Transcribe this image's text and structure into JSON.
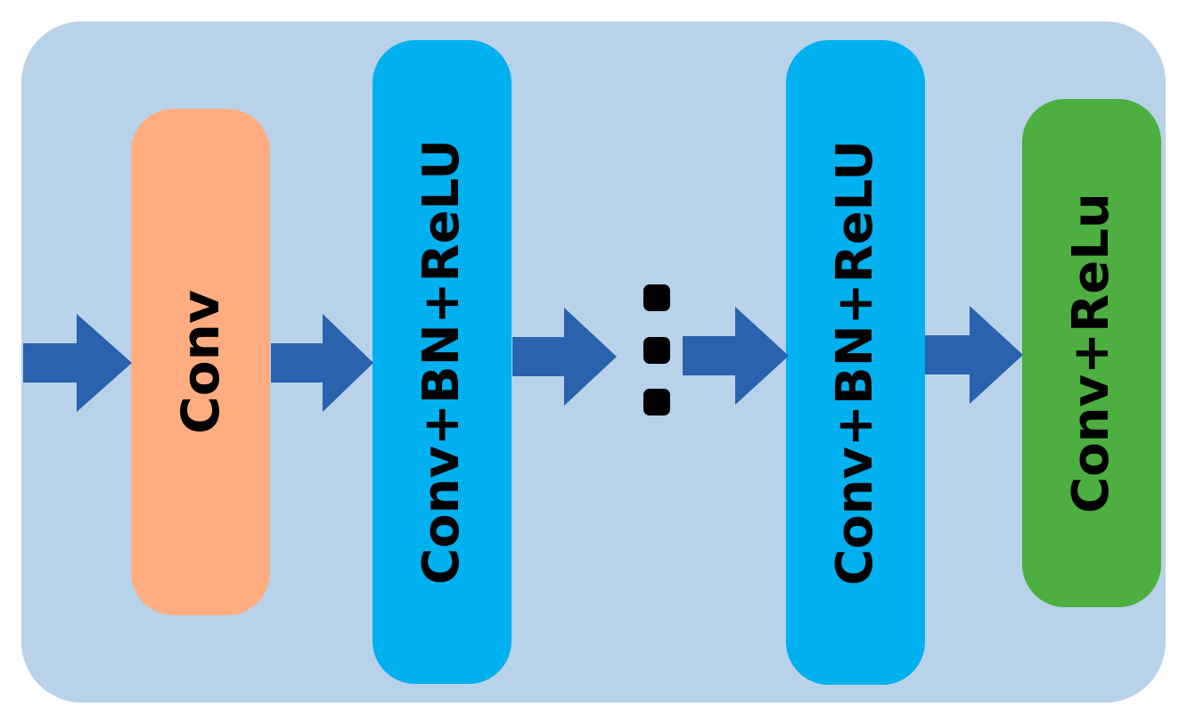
{
  "colors": {
    "page_background": "#ffffff",
    "panel_background": "#b8d2ea",
    "conv_block": "#ffad80",
    "bn_relu_block": "#00b0ef",
    "output_block": "#4caf3f",
    "arrow": "#2a62ae",
    "dots": "#000000"
  },
  "blocks": [
    {
      "id": "conv",
      "label": "Conv",
      "color_key": "conv_block"
    },
    {
      "id": "conv-bn-relu-1",
      "label": "Conv+BN+ReLU",
      "color_key": "bn_relu_block"
    },
    {
      "id": "conv-bn-relu-n",
      "label": "Conv+BN+ReLU",
      "color_key": "bn_relu_block"
    },
    {
      "id": "conv-relu-out",
      "label": "Conv+ReLu",
      "color_key": "output_block"
    }
  ],
  "arrow_icon": "right-arrow-icon",
  "ellipsis_icon": "vertical-ellipsis-icon"
}
